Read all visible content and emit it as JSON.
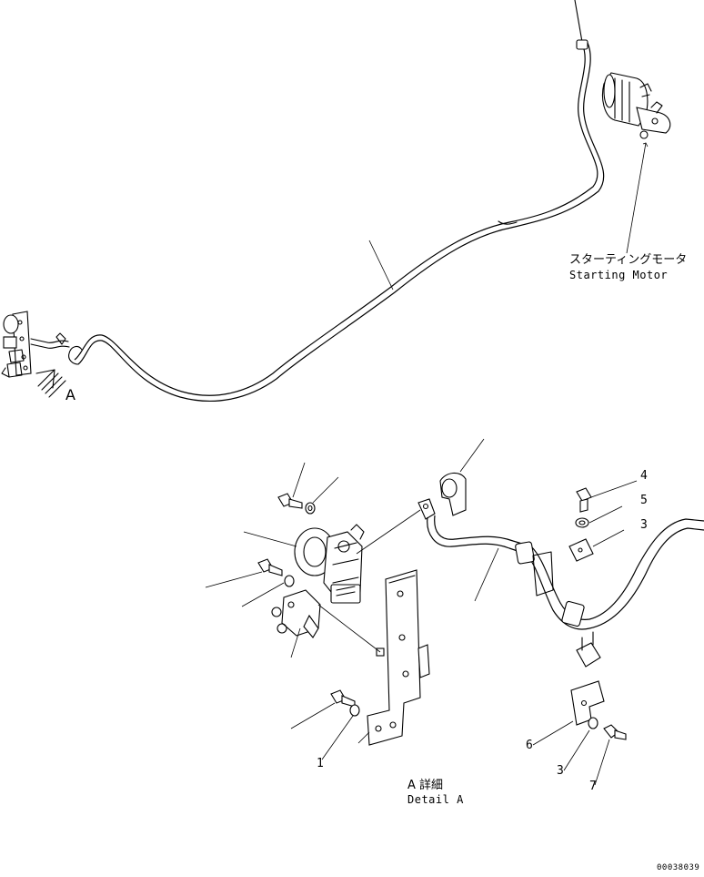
{
  "labels": {
    "starting_motor_jp": "スターティングモータ",
    "starting_motor_en": "Starting Motor",
    "view_a": "A",
    "detail_jp": "A 詳細",
    "detail_en": "Detail A",
    "drawing_number": "00038039"
  },
  "callouts": {
    "c4": "4",
    "c5": "5",
    "c3_top": "3",
    "c6": "6",
    "c3_bottom": "3",
    "c7": "7",
    "c1": "1"
  }
}
